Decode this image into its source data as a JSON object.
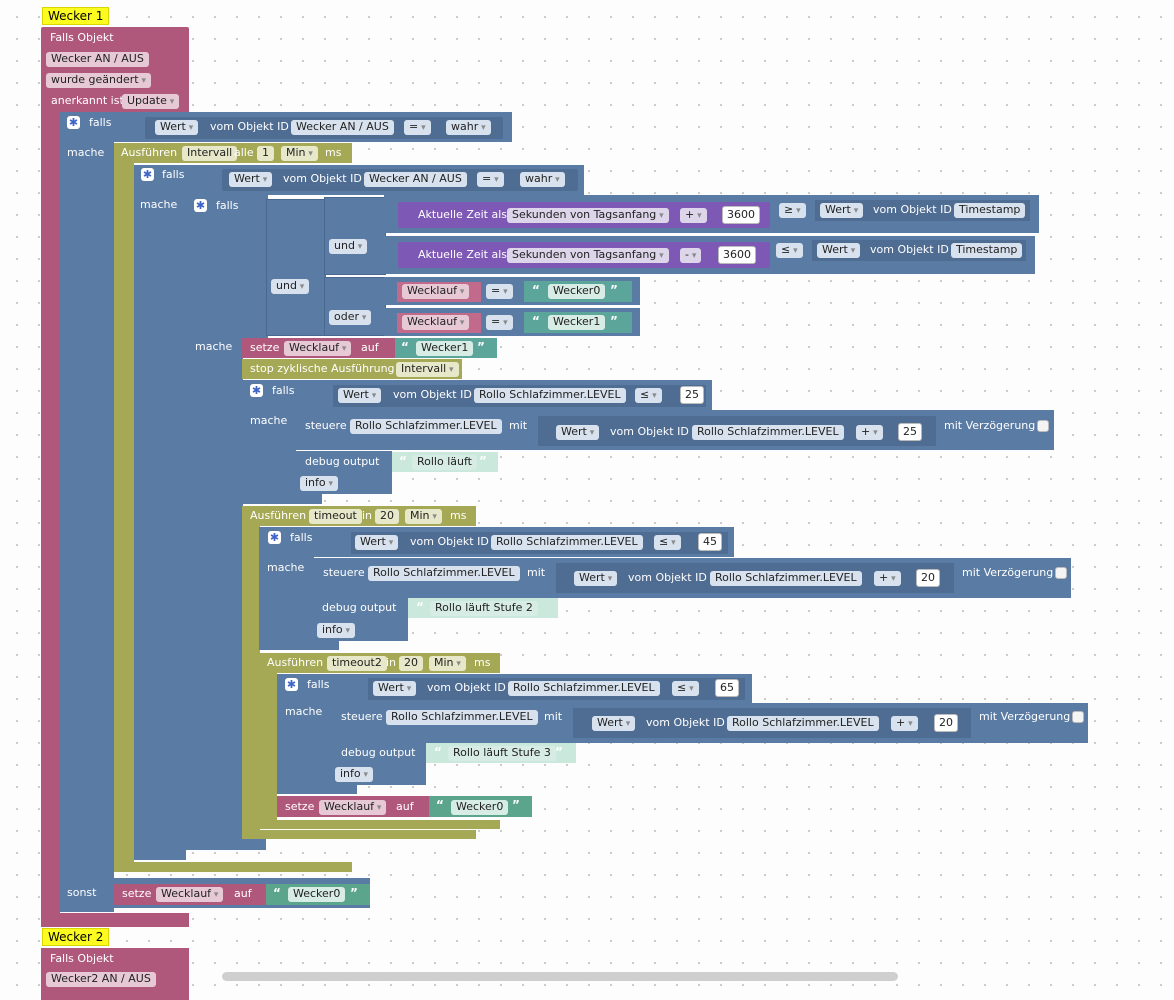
{
  "w1": {
    "comment": "Wecker 1",
    "falls_objekt": "Falls Objekt",
    "obj_id": "Wecker AN / AUS",
    "changed": "wurde geändert",
    "ack": "anerkannt ist",
    "ack_val": "Update",
    "falls": "falls",
    "mache": "mache",
    "sonst": "sonst",
    "wert": "Wert",
    "vom_objekt_id": "vom Objekt ID",
    "eq": "=",
    "wahr": "wahr",
    "ausfuehren": "Ausführen",
    "intervall": "Intervall",
    "alle": "alle",
    "one": "1",
    "min": "Min",
    "ms": "ms",
    "aktuelle_zeit_als": "Aktuelle Zeit als",
    "sekunden": "Sekunden von Tagsanfang",
    "plus": "+",
    "minus": "-",
    "n3600": "3600",
    "ge": "≥",
    "le": "≤",
    "timestamp": "Timestamp",
    "und": "und",
    "oder": "oder",
    "wecklauf": "Wecklauf",
    "wecker0": "Wecker0",
    "wecker1": "Wecker1",
    "setze": "setze",
    "auf": "auf",
    "stop": "stop zyklische Ausführung",
    "rollo_level": "Rollo Schlafzimmer.LEVEL",
    "n25": "25",
    "steuere": "steuere",
    "mit": "mit",
    "mit_verz": "mit Verzögerung",
    "debug": "debug output",
    "rollo_laeuft": "Rollo läuft",
    "info": "info",
    "timeout": "timeout",
    "in": "in",
    "n20": "20",
    "n45": "45",
    "rollo_stufe2": "Rollo läuft Stufe 2",
    "timeout2": "timeout2",
    "n65": "65",
    "rollo_stufe3": "Rollo läuft Stufe 3"
  },
  "w2": {
    "comment": "Wecker 2",
    "falls_objekt": "Falls Objekt",
    "obj_id": "Wecker2 AN / AUS"
  }
}
